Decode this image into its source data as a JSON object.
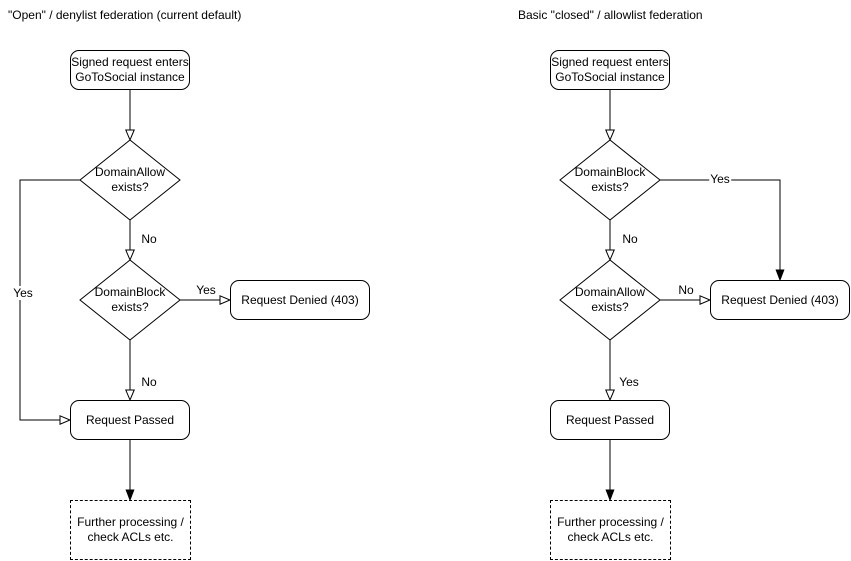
{
  "canvas": {
    "background": "#ffffff",
    "stroke_color": "#000000",
    "text_color": "#000000",
    "node_fill": "#ffffff"
  },
  "left_chart": {
    "title": "\"Open\" / denylist federation (current default)",
    "nodes": {
      "start_line1": "Signed request enters",
      "start_line2": "GoToSocial instance",
      "decision1_line1": "DomainAllow",
      "decision1_line2": "exists?",
      "decision2_line1": "DomainBlock",
      "decision2_line2": "exists?",
      "denied": "Request Denied (403)",
      "passed": "Request Passed",
      "further_line1": "Further processing /",
      "further_line2": "check ACLs etc."
    },
    "edge_labels": {
      "decision1_yes": "Yes",
      "decision1_no": "No",
      "decision2_yes": "Yes",
      "decision2_no": "No"
    }
  },
  "right_chart": {
    "title": "Basic \"closed\" / allowlist federation",
    "nodes": {
      "start_line1": "Signed request enters",
      "start_line2": "GoToSocial instance",
      "decision1_line1": "DomainBlock",
      "decision1_line2": "exists?",
      "decision2_line1": "DomainAllow",
      "decision2_line2": "exists?",
      "denied": "Request Denied (403)",
      "passed": "Request Passed",
      "further_line1": "Further processing /",
      "further_line2": "check ACLs etc."
    },
    "edge_labels": {
      "decision1_yes": "Yes",
      "decision1_no": "No",
      "decision2_no": "No",
      "decision2_yes": "Yes"
    }
  }
}
